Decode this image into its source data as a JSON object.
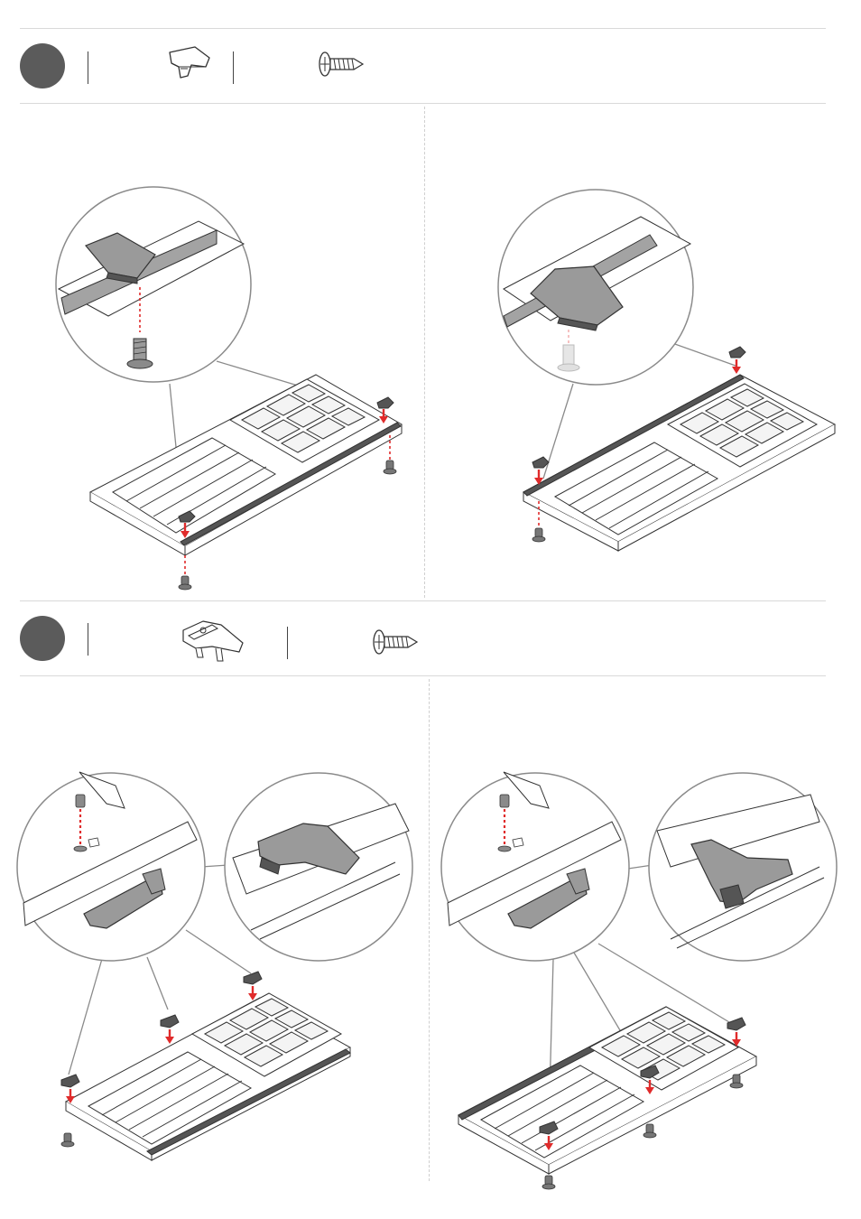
{
  "page": {
    "background": "#ffffff"
  },
  "colors": {
    "arrow": "#e02b2b",
    "part_fill": "#9a9a9a",
    "part_dark": "#555555",
    "outline": "#333333",
    "callout_circle": "#8a8a8a",
    "divider": "#d9d9d9",
    "badge": "#5b5b5b"
  },
  "steps": [
    {
      "number": "",
      "parts": [
        {
          "icon": "wedge-clip-icon",
          "quantity": ""
        },
        {
          "icon": "screw-icon",
          "quantity": ""
        }
      ],
      "panels": [
        {
          "description_icon": "door-panel-with-clips-left"
        },
        {
          "description_icon": "door-panel-with-clips-right"
        }
      ]
    },
    {
      "number": "",
      "parts": [
        {
          "icon": "hinge-bracket-icon",
          "quantity": ""
        },
        {
          "icon": "screw-icon",
          "quantity": ""
        }
      ],
      "panels": [
        {
          "description_icon": "door-panel-with-brackets-left"
        },
        {
          "description_icon": "door-panel-with-brackets-right"
        }
      ]
    }
  ]
}
